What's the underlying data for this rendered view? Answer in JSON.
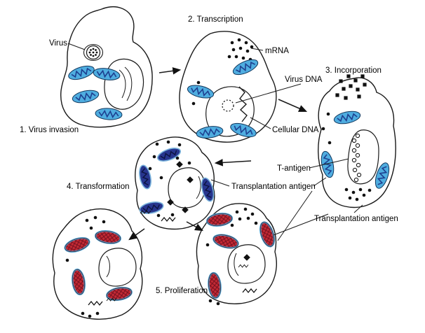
{
  "labels": {
    "virus": "Virus",
    "step1": "1. Virus invasion",
    "step2": "2. Transcription",
    "mrna": "mRNA",
    "virus_dna": "Virus DNA",
    "cellular_dna": "Cellular DNA",
    "step3": "3. Incorporation",
    "t_antigen": "T-antigen",
    "transplantation_antigen_mid": "Transplantation antigen",
    "transplantation_antigen_right": "Transplantation antigen",
    "step4": "4. Transformation",
    "step5": "5. Proliferation"
  },
  "colors": {
    "mitochondrion_normal": "#4FADE0",
    "mitochondrion_cristae": "#1D3F8F",
    "mitochondrion_transformed": "#27358E",
    "mitochondrion_proliferating": "#C42A35",
    "outline": "#1A1A1A",
    "background": "#FFFFFF"
  }
}
